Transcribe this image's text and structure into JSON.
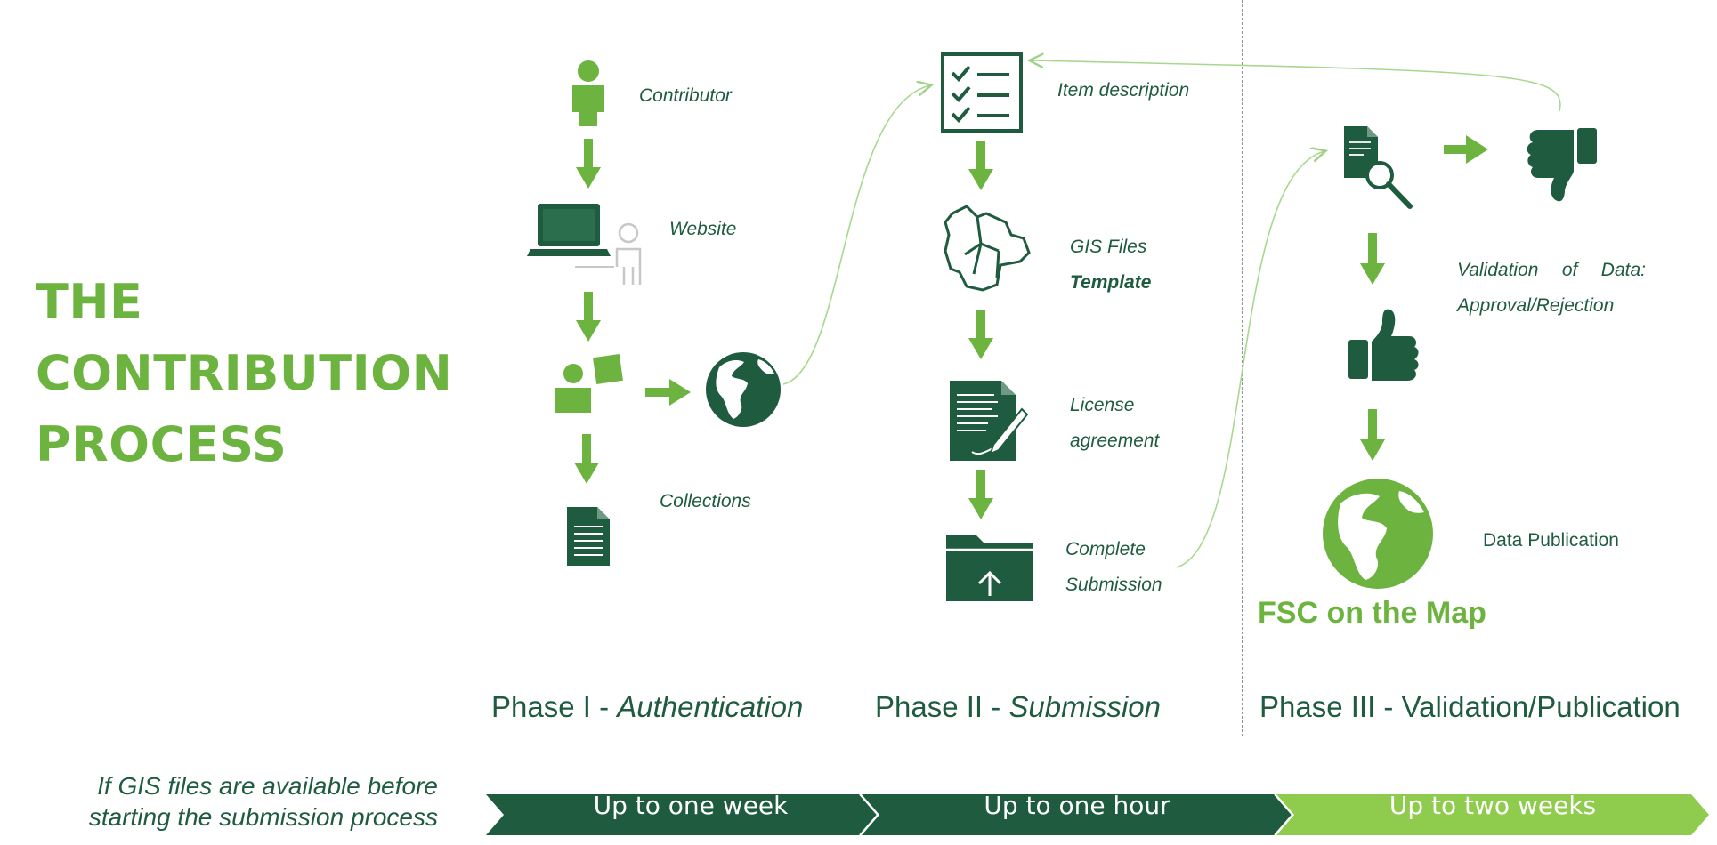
{
  "title": {
    "line1": "THE",
    "line2": "CONTRIBUTION",
    "line3": "PROCESS"
  },
  "colors": {
    "dark_green": "#1f5c3f",
    "light_green": "#6db33f",
    "lime": "#8fcb4d"
  },
  "phase1": {
    "steps": [
      "Contributor",
      "Website",
      "Collections"
    ],
    "icons": [
      "person-icon",
      "laptop-user-icon",
      "user-certificate-icon",
      "globe-icon",
      "document-icon"
    ],
    "phase_label": "Phase I - ",
    "phase_name": "Authentication"
  },
  "phase2": {
    "steps": {
      "item_description": "Item description",
      "gis_line1": "GIS Files",
      "gis_line2": "Template",
      "license_line1": "License",
      "license_line2": "agreement",
      "complete_line1": "Complete",
      "complete_line2": "Submission"
    },
    "icons": [
      "checklist-icon",
      "map-icon",
      "contract-icon",
      "upload-folder-icon"
    ],
    "phase_label": "Phase II - ",
    "phase_name": "Submission"
  },
  "phase3": {
    "validation_words_line1": [
      "Validation",
      "of",
      "Data:"
    ],
    "validation_line2": "Approval/Rejection",
    "publication": "Data Publication",
    "brand": "FSC on the Map",
    "icons": [
      "document-search-icon",
      "thumbs-down-icon",
      "thumbs-up-icon",
      "globe-icon"
    ],
    "phase_label": "Phase III - Validation/Publication"
  },
  "timeline": {
    "note_line1": "If GIS files are available before",
    "note_line2": "starting the submission process",
    "segments": [
      "Up to one week",
      "Up to one hour",
      "Up to two weeks"
    ]
  }
}
